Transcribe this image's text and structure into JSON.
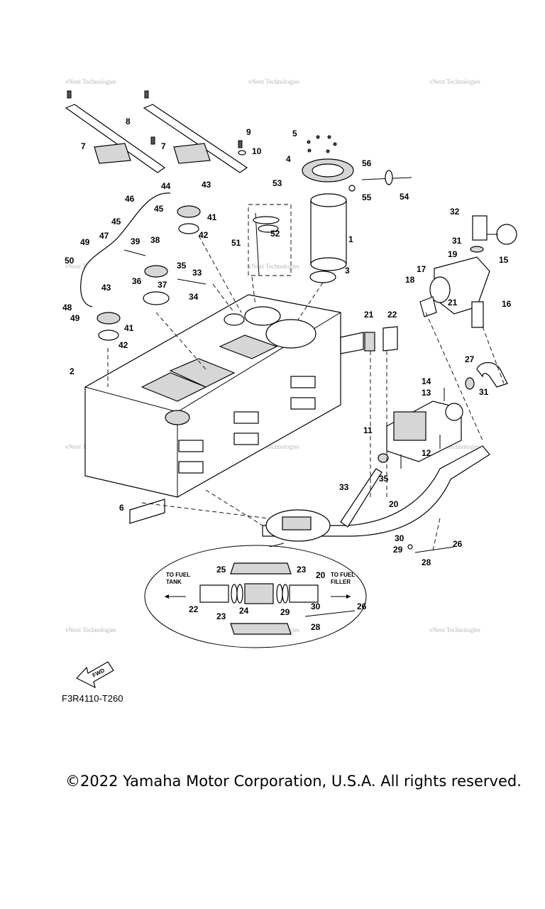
{
  "figure_code": "F3R4110-T260",
  "copyright": "©2022 Yamaha Motor Corporation, U.S.A. All rights reserved.",
  "watermark": "vNext Technologies",
  "direction_label": "FWD",
  "inset": {
    "left_label_line1": "TO FUEL",
    "left_label_line2": "TANK",
    "right_label_line1": "TO FUEL",
    "right_label_line2": "FILLER"
  },
  "callouts": {
    "c1": "1",
    "c2": "2",
    "c3": "3",
    "c4": "4",
    "c5": "5",
    "c6": "6",
    "c7a": "7",
    "c7b": "7",
    "c8": "8",
    "c9": "9",
    "c10": "10",
    "c11": "11",
    "c12": "12",
    "c13": "13",
    "c14": "14",
    "c15": "15",
    "c16": "16",
    "c17": "17",
    "c18": "18",
    "c19": "19",
    "c20a": "20",
    "c20b": "20",
    "c21a": "21",
    "c21b": "21",
    "c22a": "22",
    "c22b": "22",
    "c23a": "23",
    "c23b": "23",
    "c24": "24",
    "c25": "25",
    "c26a": "26",
    "c26b": "26",
    "c27": "27",
    "c28a": "28",
    "c28b": "28",
    "c29a": "29",
    "c29b": "29",
    "c30a": "30",
    "c30b": "30",
    "c31a": "31",
    "c31b": "31",
    "c32": "32",
    "c33a": "33",
    "c33b": "33",
    "c34": "34",
    "c35a": "35",
    "c35b": "35",
    "c36": "36",
    "c37": "37",
    "c38": "38",
    "c39": "39",
    "c41a": "41",
    "c41b": "41",
    "c42a": "42",
    "c42b": "42",
    "c43a": "43",
    "c43b": "43",
    "c44": "44",
    "c45a": "45",
    "c45b": "45",
    "c46": "46",
    "c47": "47",
    "c48": "48",
    "c49a": "49",
    "c49b": "49",
    "c50": "50",
    "c51": "51",
    "c52": "52",
    "c53": "53",
    "c54": "54",
    "c55": "55",
    "c56": "56"
  }
}
